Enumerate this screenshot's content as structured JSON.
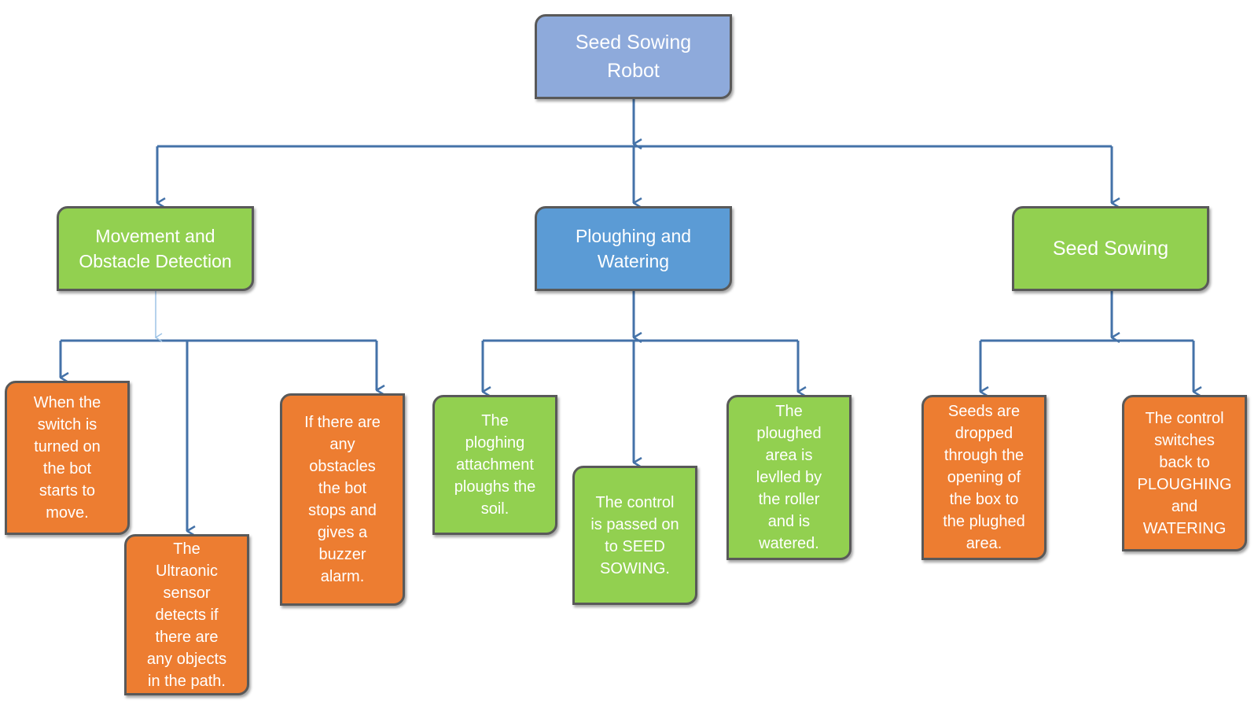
{
  "root": {
    "label": "Seed Sowing\nRobot"
  },
  "categories": {
    "movement": "Movement and\nObstacle Detection",
    "ploughing": "Ploughing and\nWatering",
    "seed_sowing": "Seed Sowing"
  },
  "details": {
    "movement": {
      "switch": "When the\nswitch is\nturned on\nthe bot\nstarts to\nmove.",
      "sensor": "The\nUltraonic\nsensor\ndetects if\nthere are\nany objects\nin the path.",
      "obstacle": "If there are\nany\nobstacles\nthe bot\nstops and\ngives a\nbuzzer\nalarm."
    },
    "ploughing": {
      "attachment": "The\nploghing\nattachment\nploughs the\nsoil.",
      "control": "The control\nis passed on\nto SEED\nSOWING.",
      "levelled": "The\nploughed\narea is\nlevlled by\nthe roller\nand is\nwatered."
    },
    "seed_sowing": {
      "dropped": "Seeds are\ndropped\nthrough the\nopening of\nthe box to\nthe plughed\narea.",
      "switch_back": "The control\nswitches\nback to\nPLOUGHING\nand\nWATERING"
    }
  },
  "colors": {
    "root_fill": "#8eaadb",
    "category_green": "#92d050",
    "category_blue": "#5b9bd5",
    "detail_orange": "#ed7d31",
    "detail_green": "#92d050",
    "border": "#595959",
    "connector": "#4472a8"
  }
}
